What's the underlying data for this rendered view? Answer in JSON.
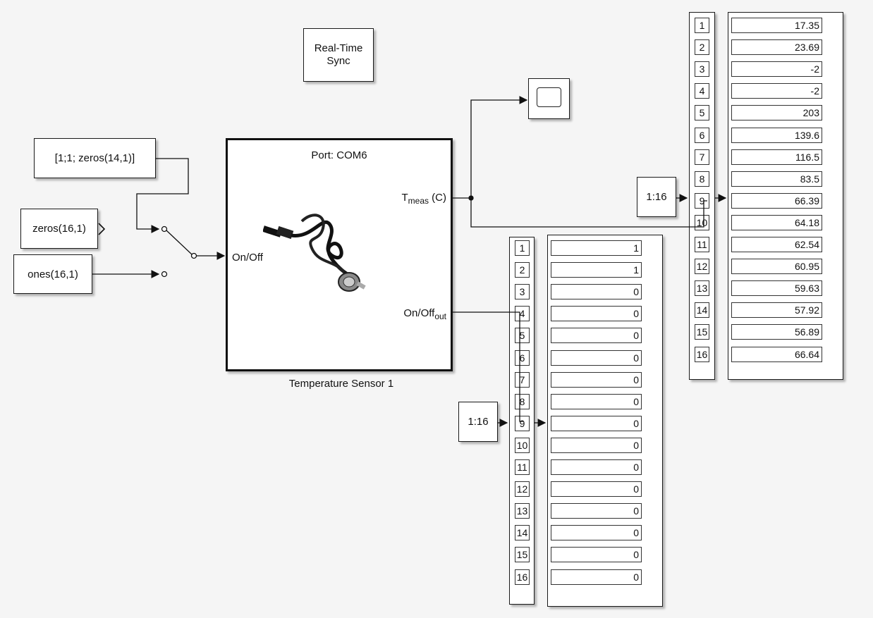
{
  "constants": {
    "c1": "[1;1; zeros(14,1)]",
    "c2": "zeros(16,1)",
    "c3": "ones(16,1)"
  },
  "rts": {
    "line1": "Real-Time",
    "line2": "Sync"
  },
  "sensor": {
    "port": "Port: COM6",
    "tmeas_main": "T",
    "tmeas_sub": "meas",
    "tmeas_unit": "(C)",
    "onoff_out_main": "On/Off",
    "onoff_out_sub": "out",
    "onoff_in": "On/Off",
    "name": "Temperature Sensor 1"
  },
  "selector1_label": "1:16",
  "selector2_label": "1:16",
  "display_right": {
    "indices": [
      "1",
      "2",
      "3",
      "4",
      "5",
      "6",
      "7",
      "8",
      "9",
      "10",
      "11",
      "12",
      "13",
      "14",
      "15",
      "16"
    ],
    "values": [
      "17.35",
      "23.69",
      "-2",
      "-2",
      "203",
      "139.6",
      "116.5",
      "83.5",
      "66.39",
      "64.18",
      "62.54",
      "60.95",
      "59.63",
      "57.92",
      "56.89",
      "66.64"
    ]
  },
  "display_bottom": {
    "indices": [
      "1",
      "2",
      "3",
      "4",
      "5",
      "6",
      "7",
      "8",
      "9",
      "10",
      "11",
      "12",
      "13",
      "14",
      "15",
      "16"
    ],
    "values": [
      "1",
      "1",
      "0",
      "0",
      "0",
      "0",
      "0",
      "0",
      "0",
      "0",
      "0",
      "0",
      "0",
      "0",
      "0",
      "0"
    ]
  }
}
